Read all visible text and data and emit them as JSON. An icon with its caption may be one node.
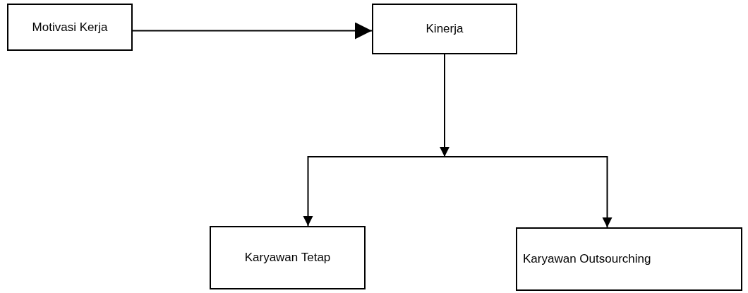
{
  "diagram": {
    "nodes": [
      {
        "text": [
          "Motivasi Kerja"
        ]
      },
      {
        "text": [
          "Kinerja"
        ]
      },
      {
        "text": [
          "Karyawan Tetap"
        ]
      },
      {
        "text": [
          "Karyawan Outsourching"
        ]
      }
    ],
    "edges": [
      {
        "from": 0,
        "to": 1,
        "arrow": "to"
      },
      {
        "from": 1,
        "to": 2,
        "arrow": "to"
      },
      {
        "from": 1,
        "to": 3,
        "arrow": "to"
      }
    ]
  }
}
